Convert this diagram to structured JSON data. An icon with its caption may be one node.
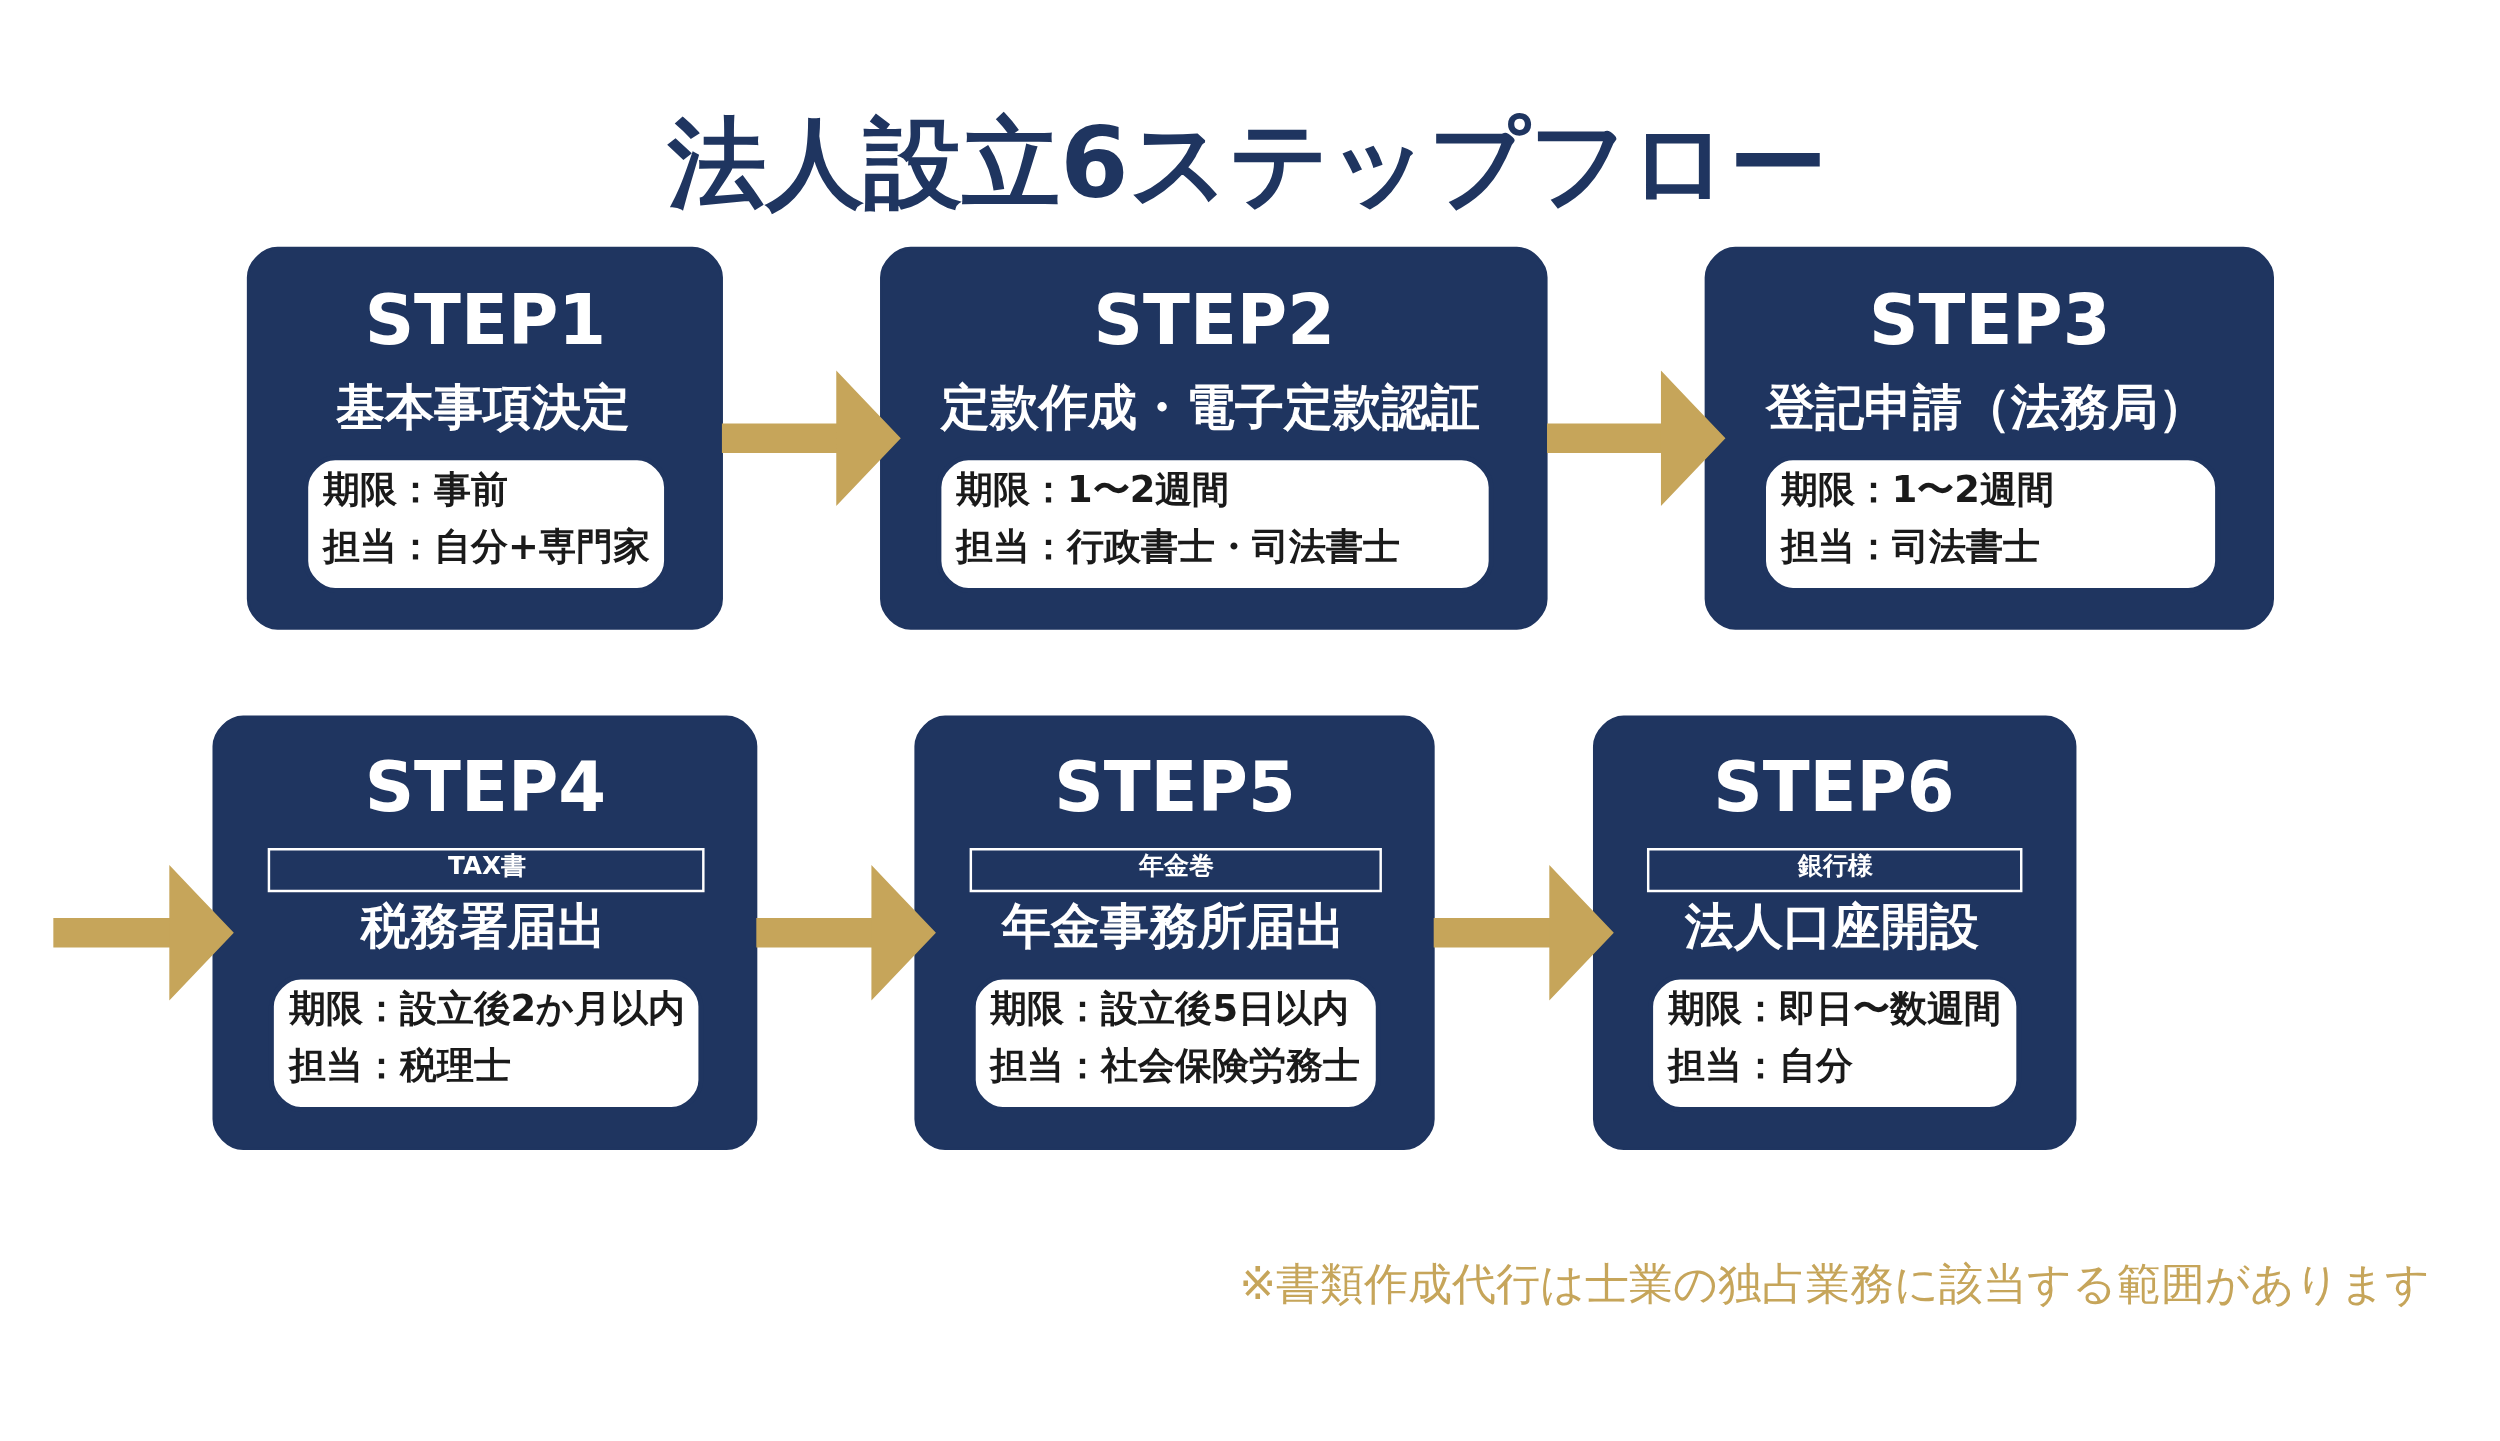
{
  "diagram": {
    "title": "法人設立6ステップフロー",
    "caption": "※書類作成代行は士業の独占業務に該当する範囲があります",
    "nodes": [
      {
        "text": [
          "STEP1",
          "基本事項決定",
          "期限：事前",
          "担当：自分+専門家"
        ]
      },
      {
        "text": [
          "STEP2",
          "定款作成・電子定款認証",
          "期限：1〜2週間",
          "担当：行政書士・司法書士"
        ]
      },
      {
        "text": [
          "STEP3",
          "登記申請（法務局）",
          "期限：1〜2週間",
          "担当：司法書士"
        ]
      },
      {
        "text": [
          "STEP4",
          "TAX書",
          "税務署届出",
          "期限：設立後2か月以内",
          "担当：税理士"
        ]
      },
      {
        "text": [
          "STEP5",
          "年金巻",
          "年金事務所届出",
          "期限：設立後5日以内",
          "担当：社会保険労務士"
        ]
      },
      {
        "text": [
          "STEP6",
          "銀行様",
          "法人口座開設",
          "期限：即日〜数週間",
          "担当：自分"
        ]
      }
    ],
    "edges": [
      {
        "from": 0,
        "to": 1,
        "arrow": "to"
      },
      {
        "from": 1,
        "to": 2,
        "arrow": "to"
      },
      {
        "from": null,
        "to": 3,
        "arrow": "to"
      },
      {
        "from": 3,
        "to": 4,
        "arrow": "to"
      },
      {
        "from": 4,
        "to": 5,
        "arrow": "to"
      }
    ]
  }
}
